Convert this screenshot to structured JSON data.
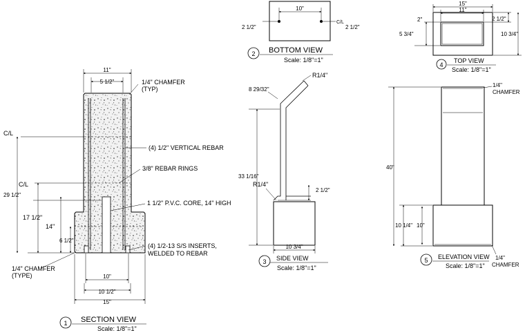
{
  "views": {
    "section": {
      "number": "1",
      "title": "SECTION VIEW",
      "scale": "Scale: 1/8\"=1\"",
      "dims": {
        "top_width": "11\"",
        "inner_width": "5 1/2\"",
        "bottom_width": "15\"",
        "width_10_half": "10 1/2\"",
        "width_10": "10\"",
        "height_29_half": "29 1/2\"",
        "height_17_half": "17 1/2\"",
        "height_14": "14\"",
        "height_6_half": "6 1/2\""
      },
      "centerlines": [
        "C/L",
        "C/L"
      ],
      "callouts": {
        "chamfer_typ": "1/4\" CHAMFER",
        "chamfer_typ_2": "(TYP)",
        "vertical_rebar": "(4) 1/2\" VERTICAL REBAR",
        "rebar_rings": "3/8\" REBAR RINGS",
        "pvc_core": "1 1/2\" P.V.C. CORE, 14\" HIGH",
        "inserts_1": "(4) 1/2-13 S/S INSERTS,",
        "inserts_2": "WELDED TO REBAR",
        "chamfer_type": "1/4\" CHAMFER",
        "chamfer_type_2": "(TYPE)"
      }
    },
    "bottom": {
      "number": "2",
      "title": "BOTTOM VIEW",
      "scale": "Scale: 1/8\"=1\"",
      "dims": {
        "spacing": "10\"",
        "left": "2 1/2\"",
        "right": "2 1/2\"",
        "cl": "C/L"
      }
    },
    "side": {
      "number": "3",
      "title": "SIDE VIEW",
      "scale": "Scale: 1/8\"=1\"",
      "dims": {
        "radius_top": "R1/4\"",
        "slope": "8 29/32\"",
        "height": "33 1/16\"",
        "radius_base": "R1/4\"",
        "offset": "2 1/2\"",
        "base_width": "10 3/4\""
      }
    },
    "top": {
      "number": "4",
      "title": "TOP VIEW",
      "scale": "Scale: 1/8\"=1\"",
      "dims": {
        "outer": "15\"",
        "inner": "11\"",
        "left": "2\"",
        "right": "2 1/2\"",
        "depth": "5 3/4\"",
        "overall_depth": "10 3/4\""
      }
    },
    "elevation": {
      "number": "5",
      "title": "ELEVATION VIEW",
      "scale": "Scale: 1/8\"=1\"",
      "dims": {
        "height": "40\"",
        "base_outer": "10 1/4\"",
        "base_inner": "10\""
      },
      "callouts": {
        "chamfer_top_1": "1/4\"",
        "chamfer_top_2": "CHAMFER",
        "chamfer_bot_1": "1/4\"",
        "chamfer_bot_2": "CHAMFER"
      }
    }
  }
}
